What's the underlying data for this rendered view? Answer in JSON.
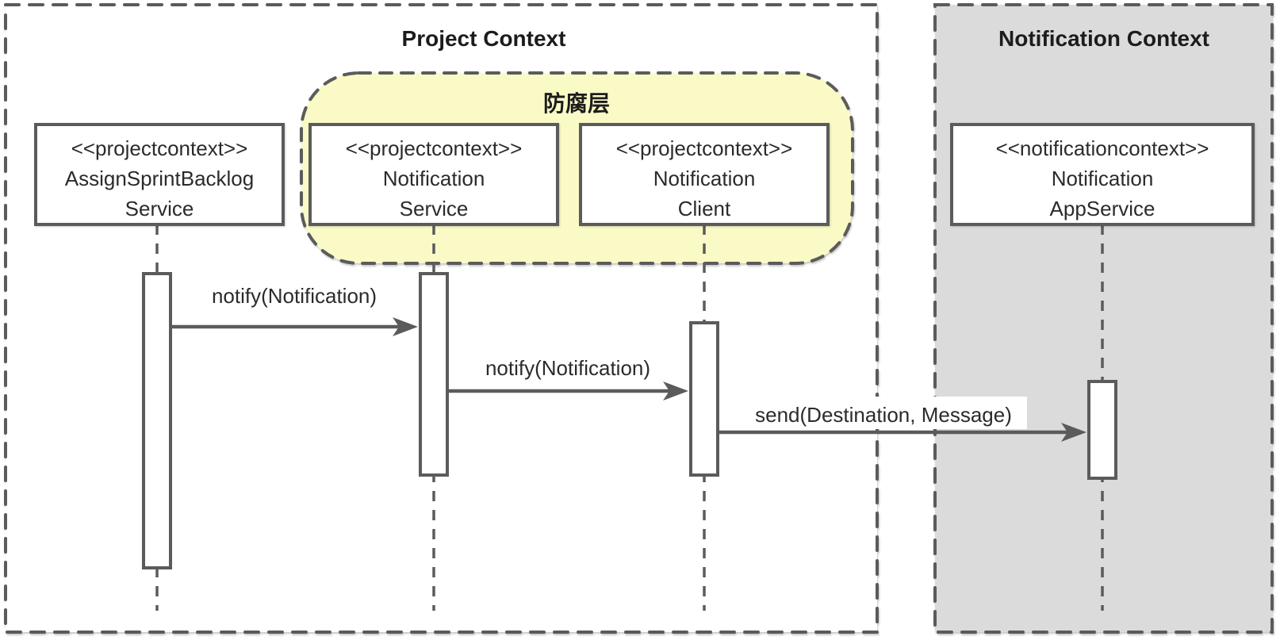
{
  "diagram": {
    "type": "uml-sequence-diagram",
    "contexts": [
      {
        "id": "project",
        "label": "Project Context",
        "fill": "#ffffff"
      },
      {
        "id": "notification",
        "label": "Notification Context",
        "fill": "#dbdbdb"
      }
    ],
    "acl": {
      "label": "防腐层",
      "fill": "#fafac6"
    },
    "participants": [
      {
        "stereotype": "<<projectcontext>>",
        "name_line1": "AssignSprintBacklog",
        "name_line2": "Service",
        "context": "project",
        "in_acl": false
      },
      {
        "stereotype": "<<projectcontext>>",
        "name_line1": "Notification",
        "name_line2": "Service",
        "context": "project",
        "in_acl": true
      },
      {
        "stereotype": "<<projectcontext>>",
        "name_line1": "Notification",
        "name_line2": "Client",
        "context": "project",
        "in_acl": true
      },
      {
        "stereotype": "<<notificationcontext>>",
        "name_line1": "Notification",
        "name_line2": "AppService",
        "context": "notification",
        "in_acl": false
      }
    ],
    "messages": [
      {
        "label": "notify(Notification)",
        "from": "AssignSprintBacklogService",
        "to": "NotificationService"
      },
      {
        "label": "notify(Notification)",
        "from": "NotificationService",
        "to": "NotificationClient"
      },
      {
        "label": "send(Destination, Message)",
        "from": "NotificationClient",
        "to": "NotificationAppService"
      }
    ],
    "colors": {
      "line": "#5b5b5b",
      "text": "#2b2b2b",
      "acl_fill": "#fafac6",
      "notification_context_fill": "#dbdbdb"
    }
  }
}
